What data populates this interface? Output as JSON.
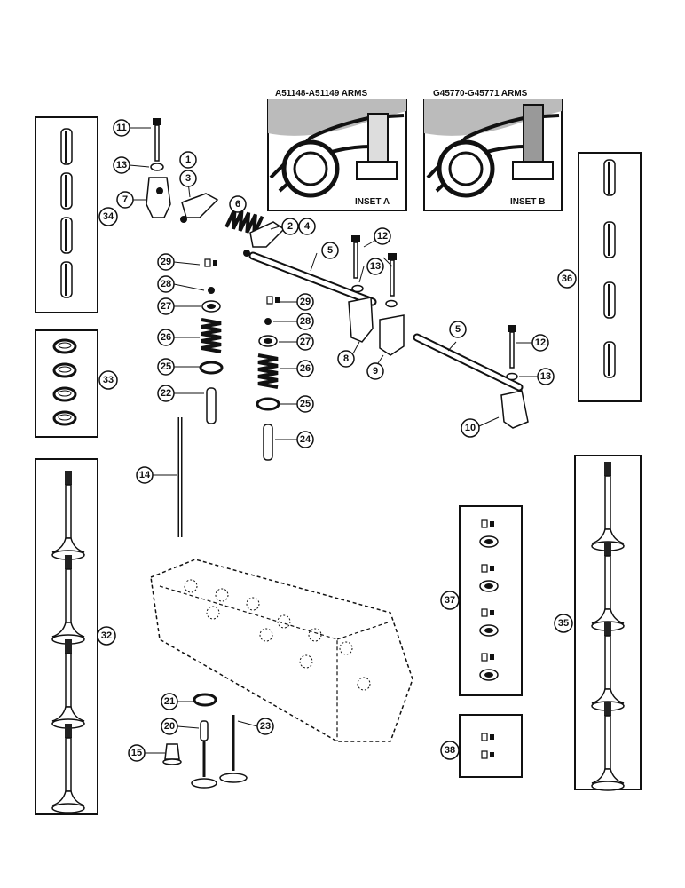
{
  "insets": [
    {
      "caption": "A51148-A51149 ARMS",
      "label": "INSET A"
    },
    {
      "caption": "G45770-G45771 ARMS",
      "label": "INSET B"
    }
  ],
  "callouts": [
    "1",
    "2",
    "3",
    "4",
    "5",
    "5",
    "6",
    "7",
    "8",
    "9",
    "10",
    "11",
    "12",
    "12",
    "13",
    "13",
    "13",
    "14",
    "15",
    "20",
    "21",
    "22",
    "23",
    "24",
    "25",
    "25",
    "26",
    "26",
    "27",
    "27",
    "28",
    "28",
    "29",
    "29",
    "32",
    "33",
    "34",
    "35",
    "36",
    "37",
    "38"
  ]
}
